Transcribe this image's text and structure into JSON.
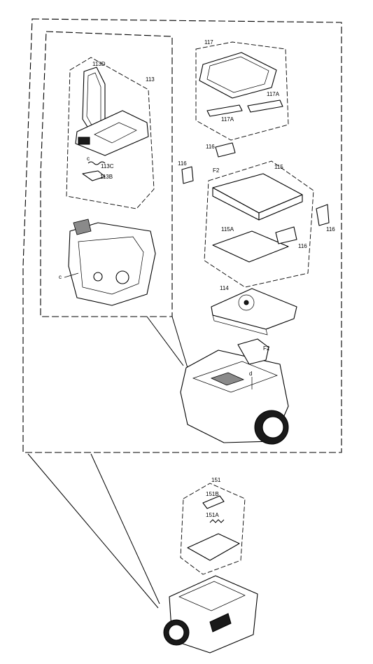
{
  "labels": {
    "l113d": "113D",
    "l113": "113",
    "l113c": "113C",
    "l113b": "113B",
    "lc1": "c",
    "lc2": "c",
    "l117": "117",
    "l117a_1": "117A",
    "l117a_2": "117A",
    "l116_1": "116",
    "l116_2": "116",
    "l116_3": "116",
    "l116_4": "116",
    "lf2_1": "F2",
    "lf2_2": "F2",
    "l115": "115",
    "l115a": "115A",
    "l114": "114",
    "ld": "d",
    "l151": "151",
    "l151b": "151B",
    "l151a": "151A"
  },
  "colors": {
    "line": "#000000",
    "background": "#ffffff"
  }
}
